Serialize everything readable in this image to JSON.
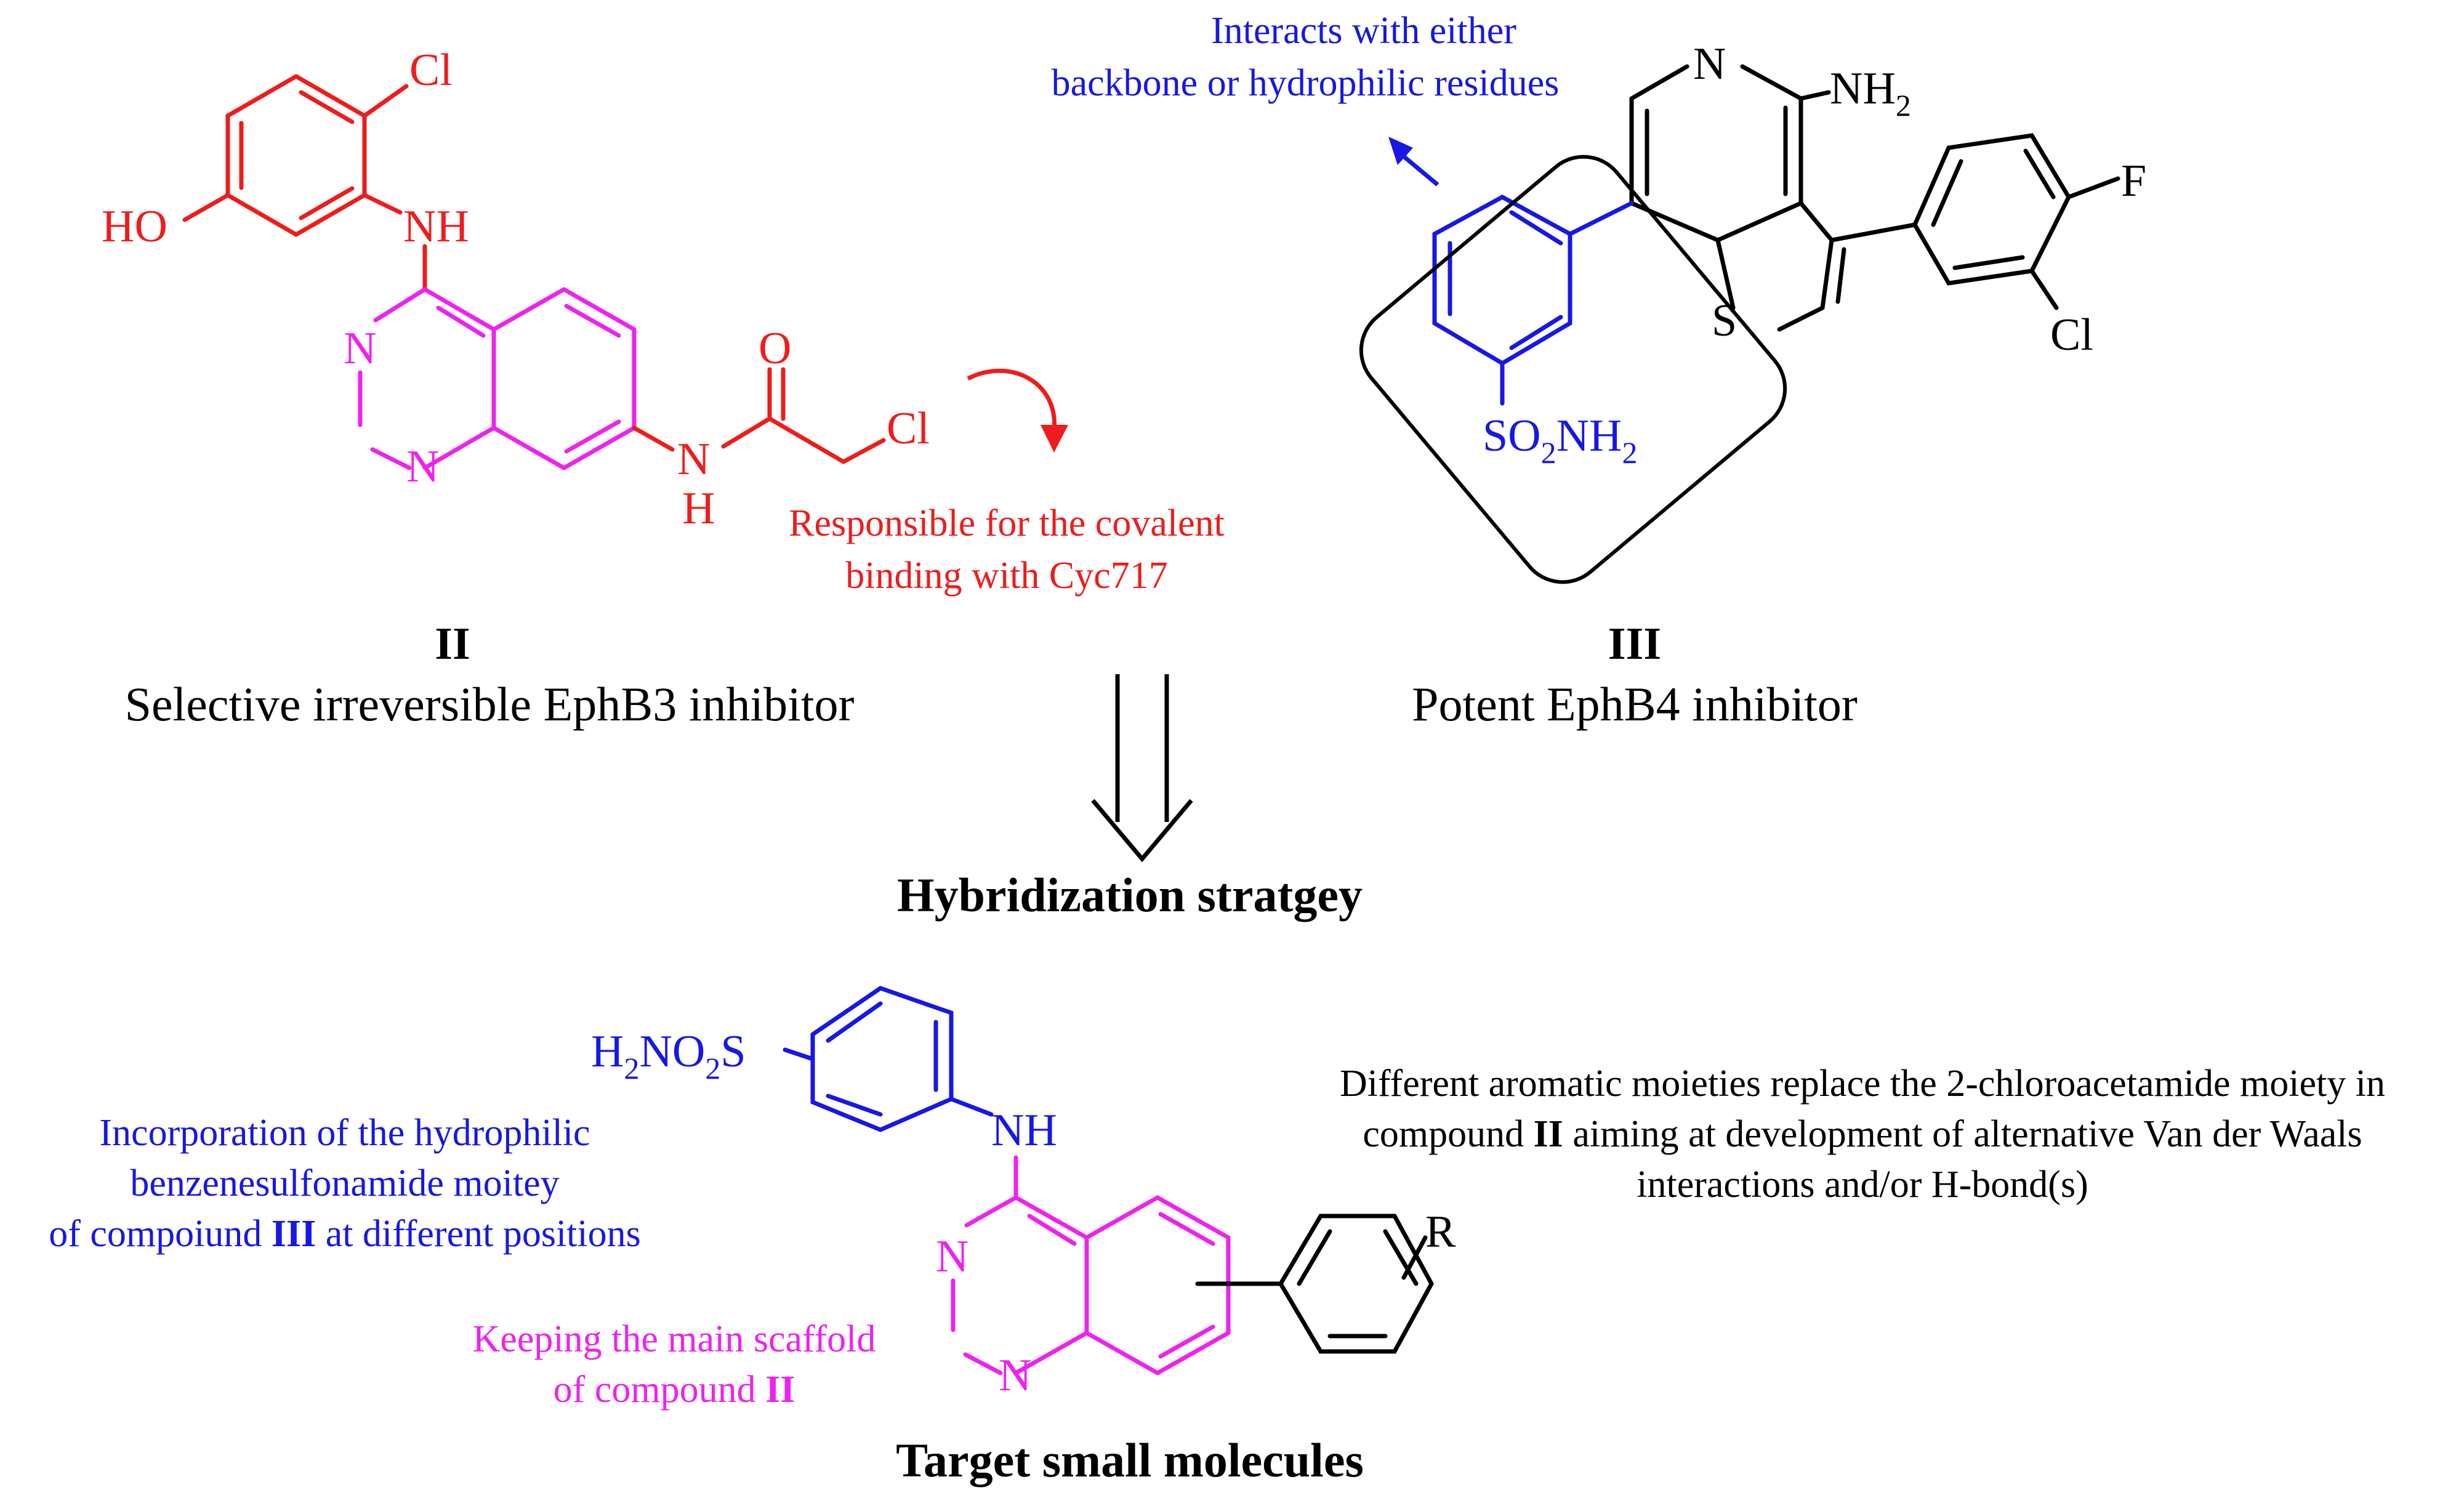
{
  "colors": {
    "red": "#ee1c1c",
    "magenta": "#ee22ee",
    "blue": "#1717e6",
    "black": "#000000"
  },
  "compound_ii": {
    "atoms": {
      "cl_top": "Cl",
      "ho": "HO",
      "nh_amine": "NH",
      "n3": "N",
      "n1": "N",
      "amide_n": "N",
      "amide_h": "H",
      "carbonyl_o": "O",
      "cl_acyl": "Cl"
    },
    "label": "II",
    "description": "Selective irreversible EphB3 inhibitor",
    "annotation_lines": [
      "Responsible for the covalent",
      "binding with Cyc717"
    ]
  },
  "compound_iii": {
    "atoms": {
      "pyridine_n": "N",
      "nh2_main": "NH",
      "nh2_sub": "2",
      "thiophene_s": "S",
      "f": "F",
      "cl": "Cl",
      "so2_s": "SO",
      "so2_sub": "2",
      "so2_nh": "NH",
      "so2_nh_sub": "2"
    },
    "label": "III",
    "description": "Potent EphB4 inhibitor",
    "annotation_lines": [
      "Interacts with either",
      "backbone or hydrophilic residues"
    ]
  },
  "strategy": {
    "heading": "Hybridization stratgey"
  },
  "target": {
    "heading": "Target small molecules",
    "atoms": {
      "h2n": "H",
      "h2n_sub": "2",
      "no": "NO",
      "no_sub": "2",
      "s": "S",
      "nh": "NH",
      "n3": "N",
      "n1": "N",
      "r": "R"
    },
    "note_blue_lines": [
      "Incorporation of the hydrophilic",
      "benzenesulfonamide moitey",
      "of compoiund ",
      "III",
      " at different positions"
    ],
    "note_magenta_lines": [
      "Keeping the main scaffold",
      "of compound ",
      "II"
    ],
    "note_black_lines": [
      "Different aromatic moieties replace the 2-chloroacetamide moiety in",
      "compound ",
      "II",
      " aiming at development of alternative Van der Waals",
      "interactions and/or H-bond(s)"
    ]
  }
}
